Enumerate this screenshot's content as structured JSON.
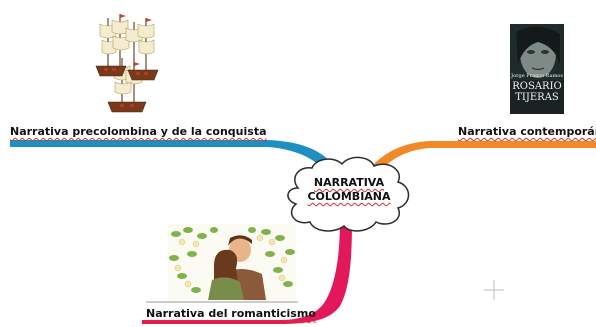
{
  "central_topic": {
    "line1": "NARRATIVA",
    "line2": "COLOMBIANA"
  },
  "branches": {
    "top_left": {
      "label": "Narrativa precolombina y de la conquista",
      "color": "#1e8fc0"
    },
    "top_right": {
      "label": "Narrativa contemporánea",
      "color": "#f08a28"
    },
    "bottom_left": {
      "label": "Narrativa del romanticismo",
      "color": "#e2185a"
    }
  },
  "images": {
    "ships": {
      "icon": "sailing-ships"
    },
    "book_cover": {
      "title_line1": "ROSARIO",
      "title_line2": "TIJERAS",
      "author": "Jorge Franco Ramos"
    },
    "couple": {
      "icon": "couple-under-vines"
    }
  },
  "colors": {
    "spell_underline": "#d93030",
    "cloud_border": "#2b2b2b"
  }
}
